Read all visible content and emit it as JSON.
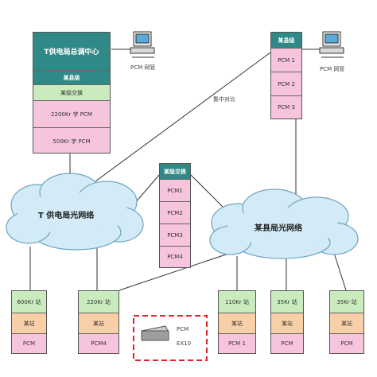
{
  "center_stack": {
    "title": "T供电局总调中心",
    "router": "某县级",
    "switch": "某级交换",
    "pcm_top": "2200Kr 字 PCM",
    "pcm_bottom": "500Kr 字 PCM"
  },
  "center_pc_label": "PCM 网管",
  "county_stack": {
    "title": "某县级",
    "pcm": [
      "PCM 1",
      "PCM 2",
      "PCM 3"
    ]
  },
  "county_pc_label": "PCM 网管",
  "middle_stack": {
    "title": "某级交换",
    "pcm": [
      "PCM1",
      "PCM2",
      "PCM3",
      "PCM4"
    ]
  },
  "line_label": "集中对比",
  "cloud_left": "T 供电局光网络",
  "cloud_right": "某县局光网络",
  "bottom_stacks": [
    {
      "id": "b1",
      "top": "600Kr 站",
      "mid": "某站",
      "bottom": "PCM"
    },
    {
      "id": "b2",
      "top": "220Kr 站",
      "mid": "某站",
      "bottom": "PCM4"
    },
    {
      "id": "b3",
      "top": "110Kr 站",
      "mid": "某站",
      "bottom": "PCM 1"
    },
    {
      "id": "b4",
      "top": "35Kr 站",
      "mid": "某站",
      "bottom": "PCM"
    },
    {
      "id": "b5",
      "top": "35Kr 站",
      "mid": "某站",
      "bottom": "PCM"
    }
  ],
  "legend": {
    "line1": "PCM",
    "line2": "EX10"
  },
  "colors": {
    "teal": "#2f8a87",
    "green": "#c9ebbd",
    "pink": "#f6c4dc",
    "peach": "#f9cfa8",
    "legend_border": "#d9262b"
  }
}
